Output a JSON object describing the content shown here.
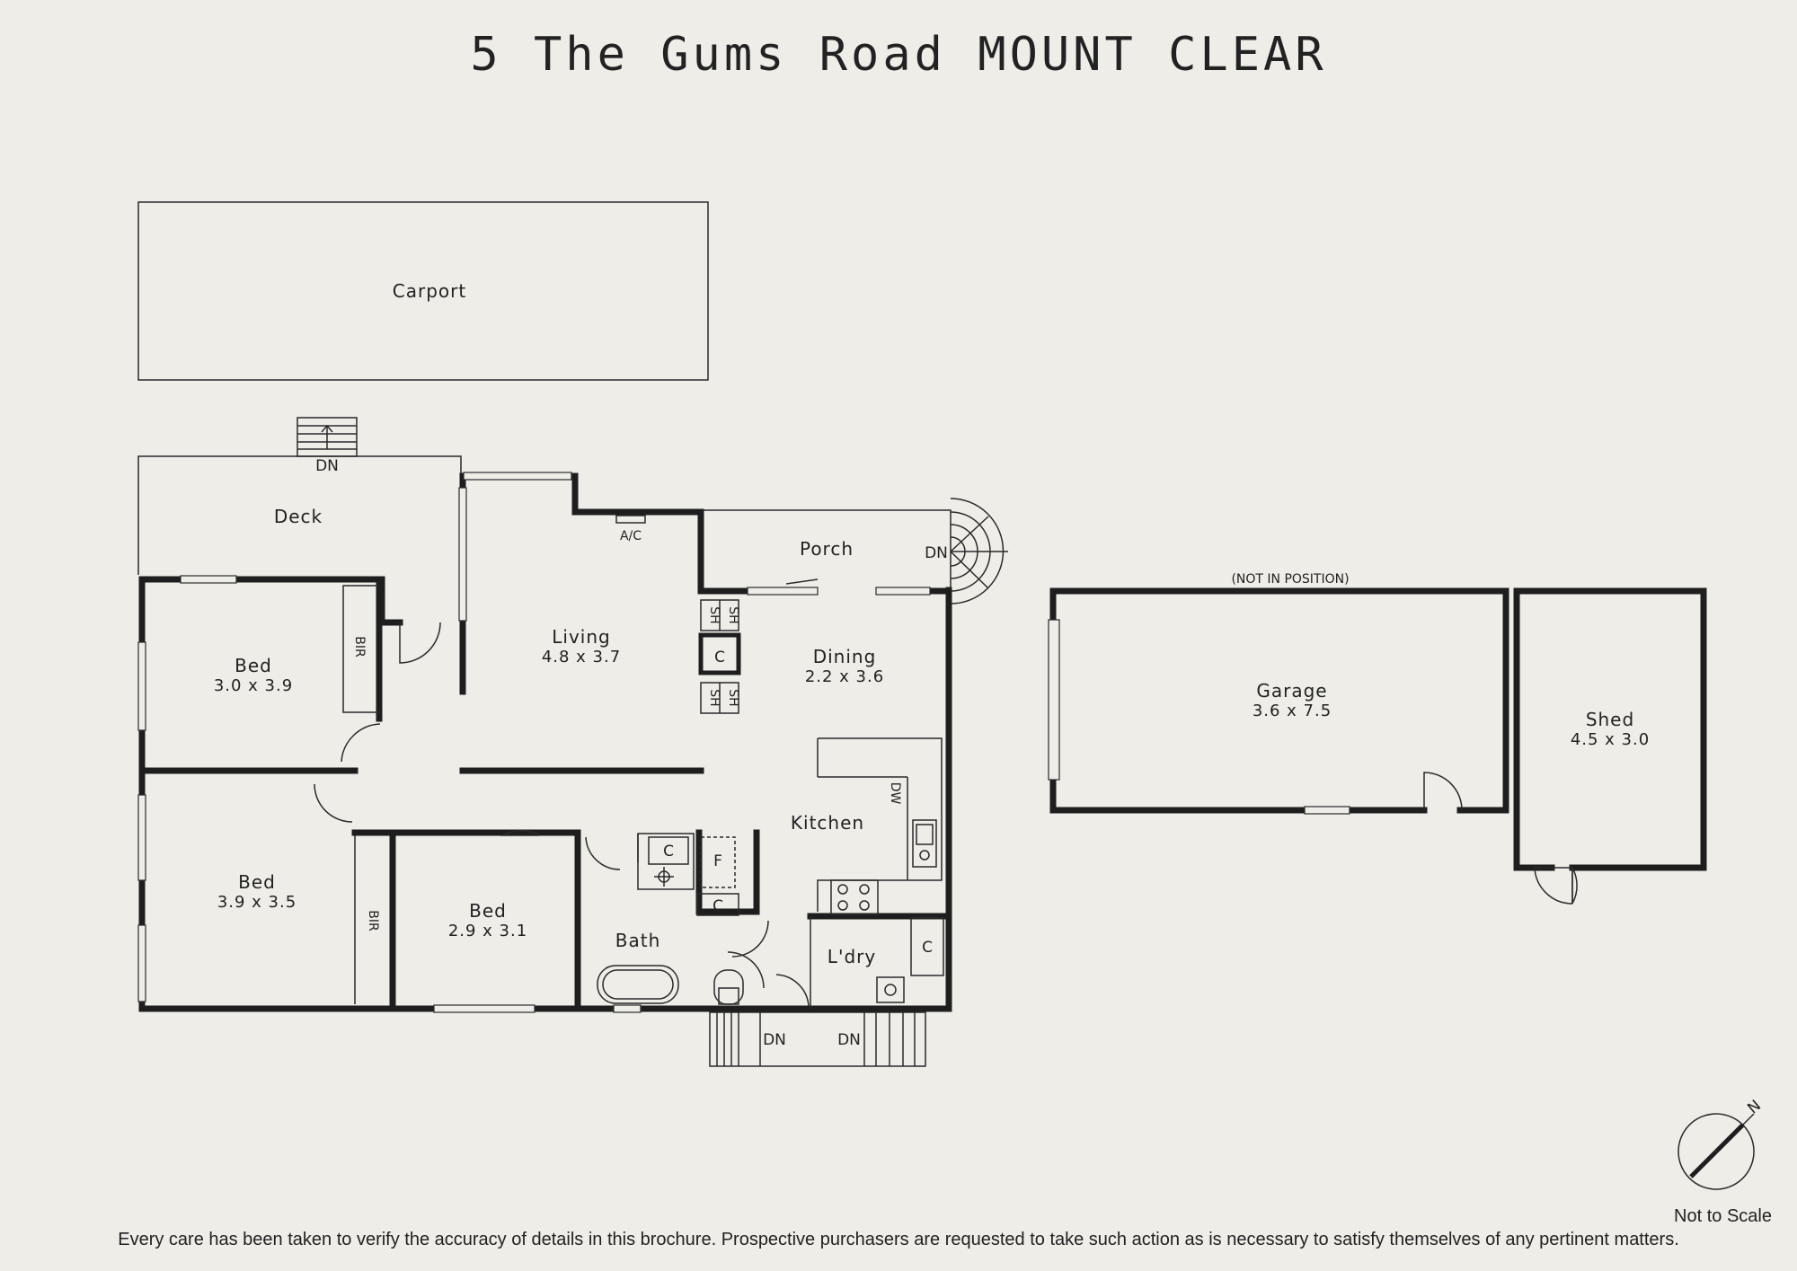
{
  "title": "5 The Gums Road MOUNT CLEAR",
  "rooms": {
    "carport": {
      "name": "Carport"
    },
    "deck": {
      "name": "Deck"
    },
    "living": {
      "name": "Living",
      "size": "4.8 x 3.7"
    },
    "porch": {
      "name": "Porch"
    },
    "dining": {
      "name": "Dining",
      "size": "2.2 x 3.6"
    },
    "bed1": {
      "name": "Bed",
      "size": "3.0 x 3.9"
    },
    "bed2": {
      "name": "Bed",
      "size": "3.9 x 3.5"
    },
    "bed3": {
      "name": "Bed",
      "size": "2.9 x 3.1"
    },
    "kitchen": {
      "name": "Kitchen"
    },
    "bath": {
      "name": "Bath"
    },
    "laundry": {
      "name": "L'dry"
    },
    "garage": {
      "name": "Garage",
      "size": "3.6 x 7.5",
      "note": "(NOT IN POSITION)"
    },
    "shed": {
      "name": "Shed",
      "size": "4.5 x 3.0"
    }
  },
  "labels": {
    "dn": "DN",
    "ac": "A/C",
    "bir": "BIR",
    "sh": "SH",
    "c": "C",
    "f": "F",
    "dw": "DW"
  },
  "compass": {
    "north_label": "N"
  },
  "scale_note": "Not to Scale",
  "disclaimer": "Every care has been taken to verify the accuracy of details in this brochure. Prospective purchasers are requested to take such action as is necessary to satisfy themselves of any pertinent matters."
}
